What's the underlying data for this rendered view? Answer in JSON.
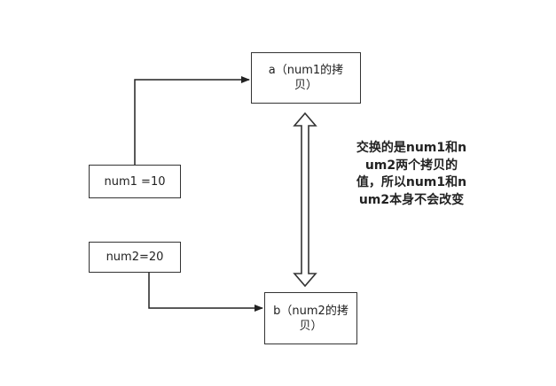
{
  "diagram": {
    "nodes": {
      "copy_a": {
        "text": "a（num1的拷贝）"
      },
      "copy_b": {
        "text": "b（num2的拷贝）"
      },
      "num1": {
        "text": "num1 =10"
      },
      "num2": {
        "text": "num2=20"
      }
    },
    "annotation": "交换的是num1和num2两个拷贝的值，所以num1和num2本身不会改变",
    "edges": [
      {
        "from": "num1",
        "to": "copy_a",
        "style": "arrow"
      },
      {
        "from": "num2",
        "to": "copy_b",
        "style": "arrow"
      },
      {
        "between": [
          "copy_a",
          "copy_b"
        ],
        "style": "double-headed hollow arrow",
        "meaning": "swap"
      }
    ]
  }
}
